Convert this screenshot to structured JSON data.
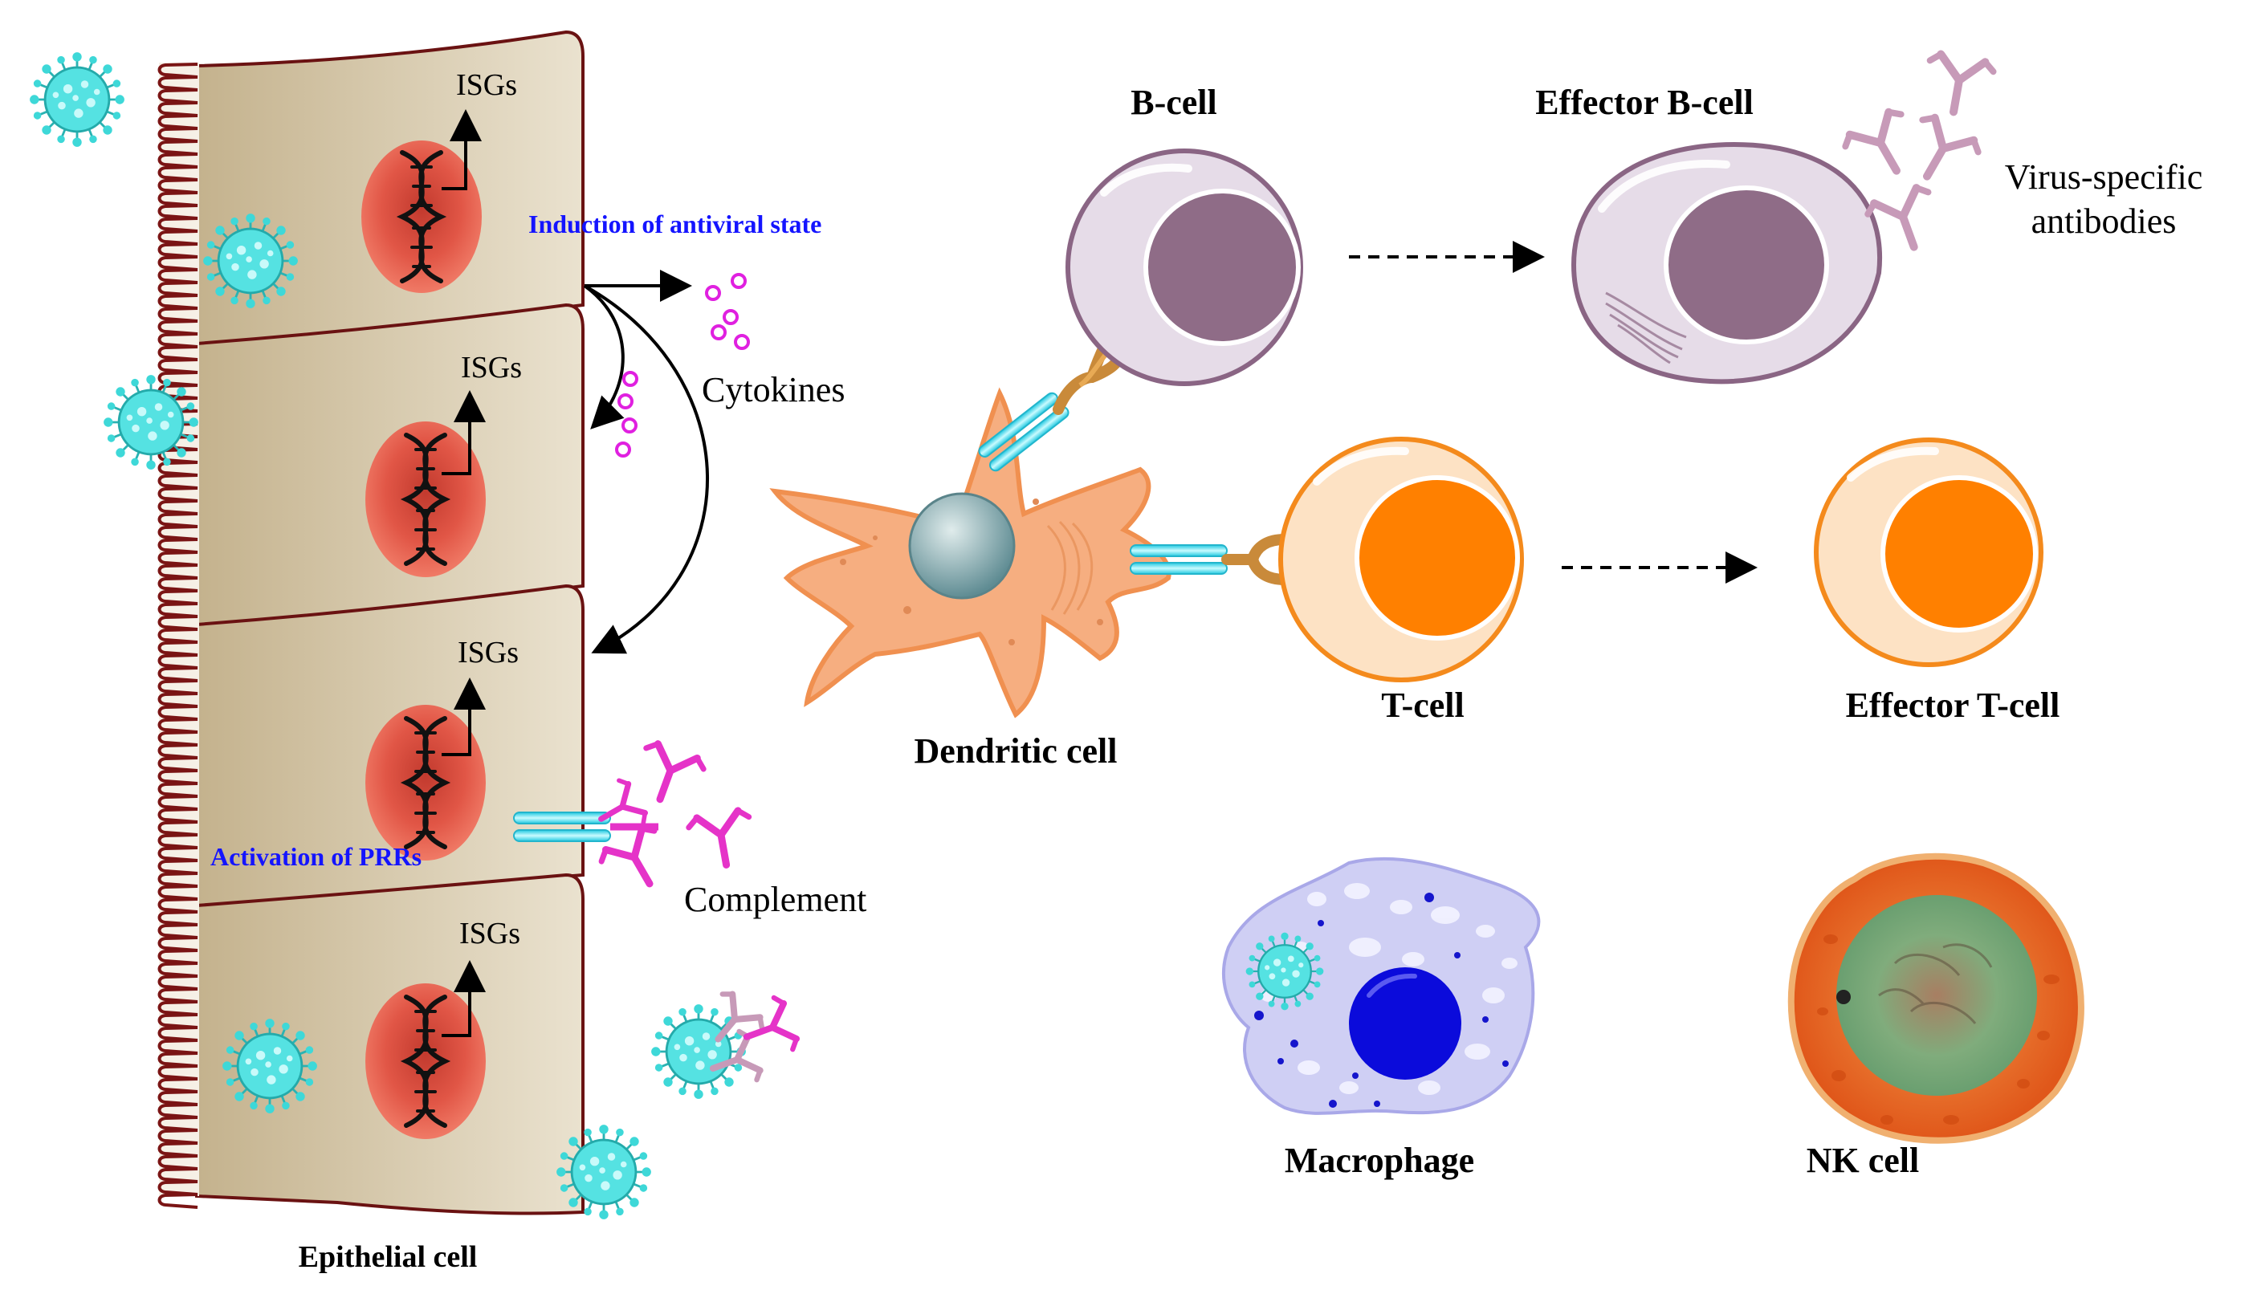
{
  "epithelium": {
    "label": "Epithelial cell",
    "isg_labels": [
      "ISGs",
      "ISGs",
      "ISGs",
      "ISGs"
    ],
    "induction_label": "Induction of antiviral state",
    "prr_label": "Activation of PRRs"
  },
  "mediators": {
    "cytokines_label": "Cytokines",
    "complement_label": "Complement",
    "antibodies_label_line1": "Virus-specific",
    "antibodies_label_line2": "antibodies"
  },
  "cells": {
    "dendritic": "Dendritic cell",
    "b_cell": "B-cell",
    "effector_b_cell": "Effector B-cell",
    "t_cell": "T-cell",
    "effector_t_cell": "Effector T-cell",
    "macrophage": "Macrophage",
    "nk_cell": "NK cell"
  },
  "colors": {
    "virus": "#3fd6d6",
    "epithelial_fill": "#d9ccb0",
    "microvilli": "#7a1414",
    "nucleus_red": "#e35a4a",
    "bcell_body": "#e4dae6",
    "bcell_nucleus": "#8a6584",
    "tcell_body": "#fde0bf",
    "tcell_nucleus": "#ff8000",
    "dendritic_body": "#f7b082",
    "macrophage_body": "#c9c8f2",
    "macrophage_nucleus": "#0b0bdb",
    "nk_body": "#e2601e",
    "nk_core": "#7fb07b",
    "cytokine": "#e020e0",
    "antibody_pink": "#e533c8",
    "antibody_mauve": "#c79ab8",
    "receptor_cyan": "#60f0ff",
    "label_blue": "#1414ff"
  }
}
